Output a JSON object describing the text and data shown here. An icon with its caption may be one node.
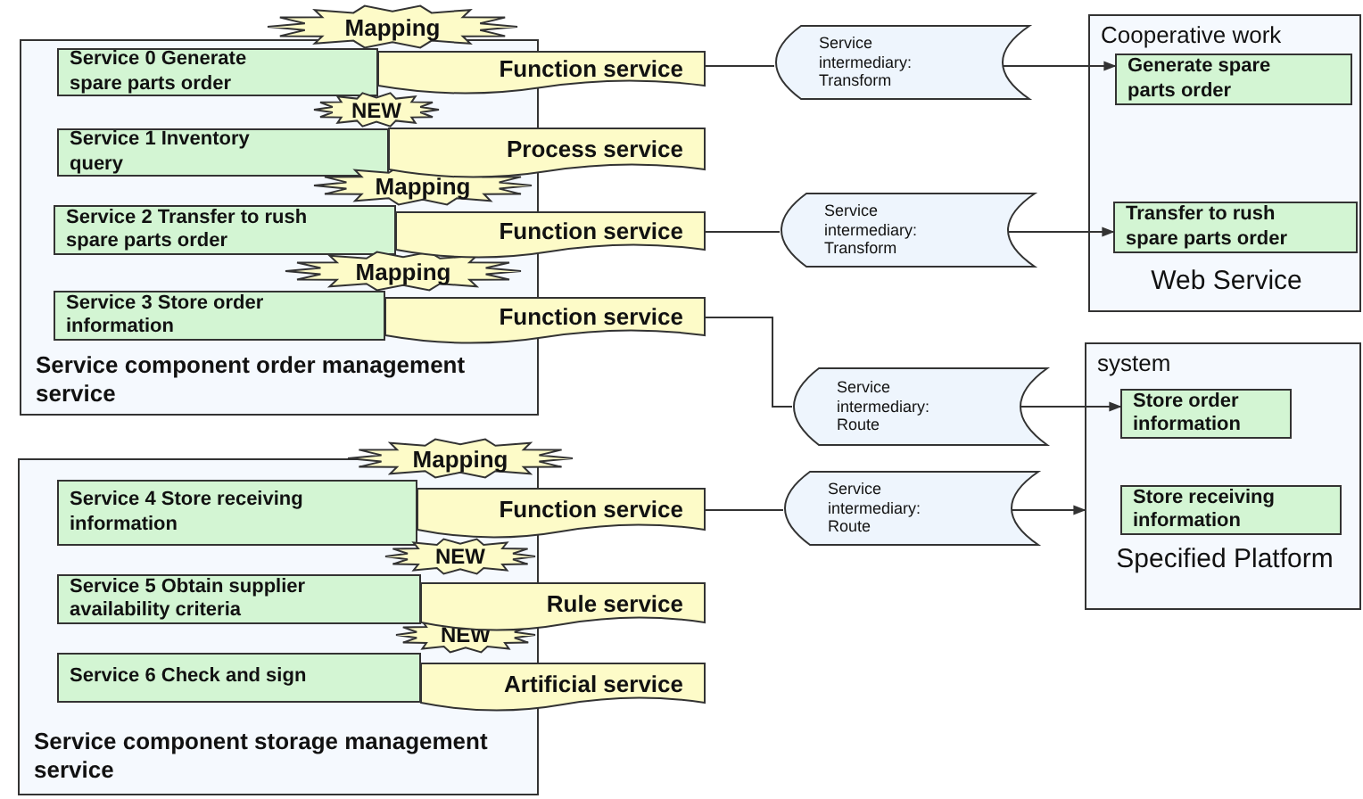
{
  "diagram": {
    "nodes": [
      {
        "text": [
          "Service component order management service"
        ]
      },
      {
        "text": [
          "Service 0 Generate spare parts order"
        ],
        "in": 0
      },
      {
        "text": [
          "Mapping"
        ]
      },
      {
        "text": [
          "Function service"
        ]
      },
      {
        "text": [
          "Service 1 Inventory query"
        ],
        "in": 0
      },
      {
        "text": [
          "NEW"
        ],
        "in": 0
      },
      {
        "text": [
          "Process service"
        ]
      },
      {
        "text": [
          "Service 2 Transfer to rush spare parts order"
        ],
        "in": 0
      },
      {
        "text": [
          "Mapping"
        ],
        "in": 0
      },
      {
        "text": [
          "Function service"
        ]
      },
      {
        "text": [
          "Service 3 Store order information"
        ],
        "in": 0
      },
      {
        "text": [
          "Mapping"
        ],
        "in": 0
      },
      {
        "text": [
          "Function service"
        ]
      },
      {
        "text": [
          "Service component storage management service"
        ]
      },
      {
        "text": [
          "Service 4 Store receiving information"
        ],
        "in": 13
      },
      {
        "text": [
          "Mapping"
        ]
      },
      {
        "text": [
          "Function service"
        ]
      },
      {
        "text": [
          "Service 5 Obtain supplier availability criteria"
        ],
        "in": 13
      },
      {
        "text": [
          "NEW"
        ],
        "in": 13
      },
      {
        "text": [
          "Rule service"
        ]
      },
      {
        "text": [
          "Service 6 Check and sign"
        ],
        "in": 13
      },
      {
        "text": [
          "NEW"
        ],
        "in": 13
      },
      {
        "text": [
          "Artificial service"
        ]
      },
      {
        "text": [
          "Service intermediary: Transform"
        ]
      },
      {
        "text": [
          "Service intermediary: Transform"
        ]
      },
      {
        "text": [
          "Service intermediary: Route"
        ]
      },
      {
        "text": [
          "Service intermediary: Route"
        ]
      },
      {
        "text": [
          "Cooperative work",
          "Web Service"
        ]
      },
      {
        "text": [
          "Generate spare parts order"
        ],
        "in": 27
      },
      {
        "text": [
          "Transfer to rush spare parts order"
        ],
        "in": 27
      },
      {
        "text": [
          "system",
          "Specified Platform"
        ]
      },
      {
        "text": [
          "Store order information"
        ],
        "in": 30
      },
      {
        "text": [
          "Store receiving information"
        ],
        "in": 30
      }
    ],
    "edges": [
      {
        "from": 3,
        "to": 23,
        "arrow": "none"
      },
      {
        "from": 23,
        "to": 28,
        "arrow": "to"
      },
      {
        "from": 9,
        "to": 24,
        "arrow": "none"
      },
      {
        "from": 24,
        "to": 29,
        "arrow": "to"
      },
      {
        "from": 12,
        "to": 25,
        "arrow": "none"
      },
      {
        "from": 25,
        "to": 31,
        "arrow": "to"
      },
      {
        "from": 16,
        "to": 26,
        "arrow": "none"
      },
      {
        "from": 26,
        "to": 30,
        "arrow": "to"
      }
    ]
  }
}
